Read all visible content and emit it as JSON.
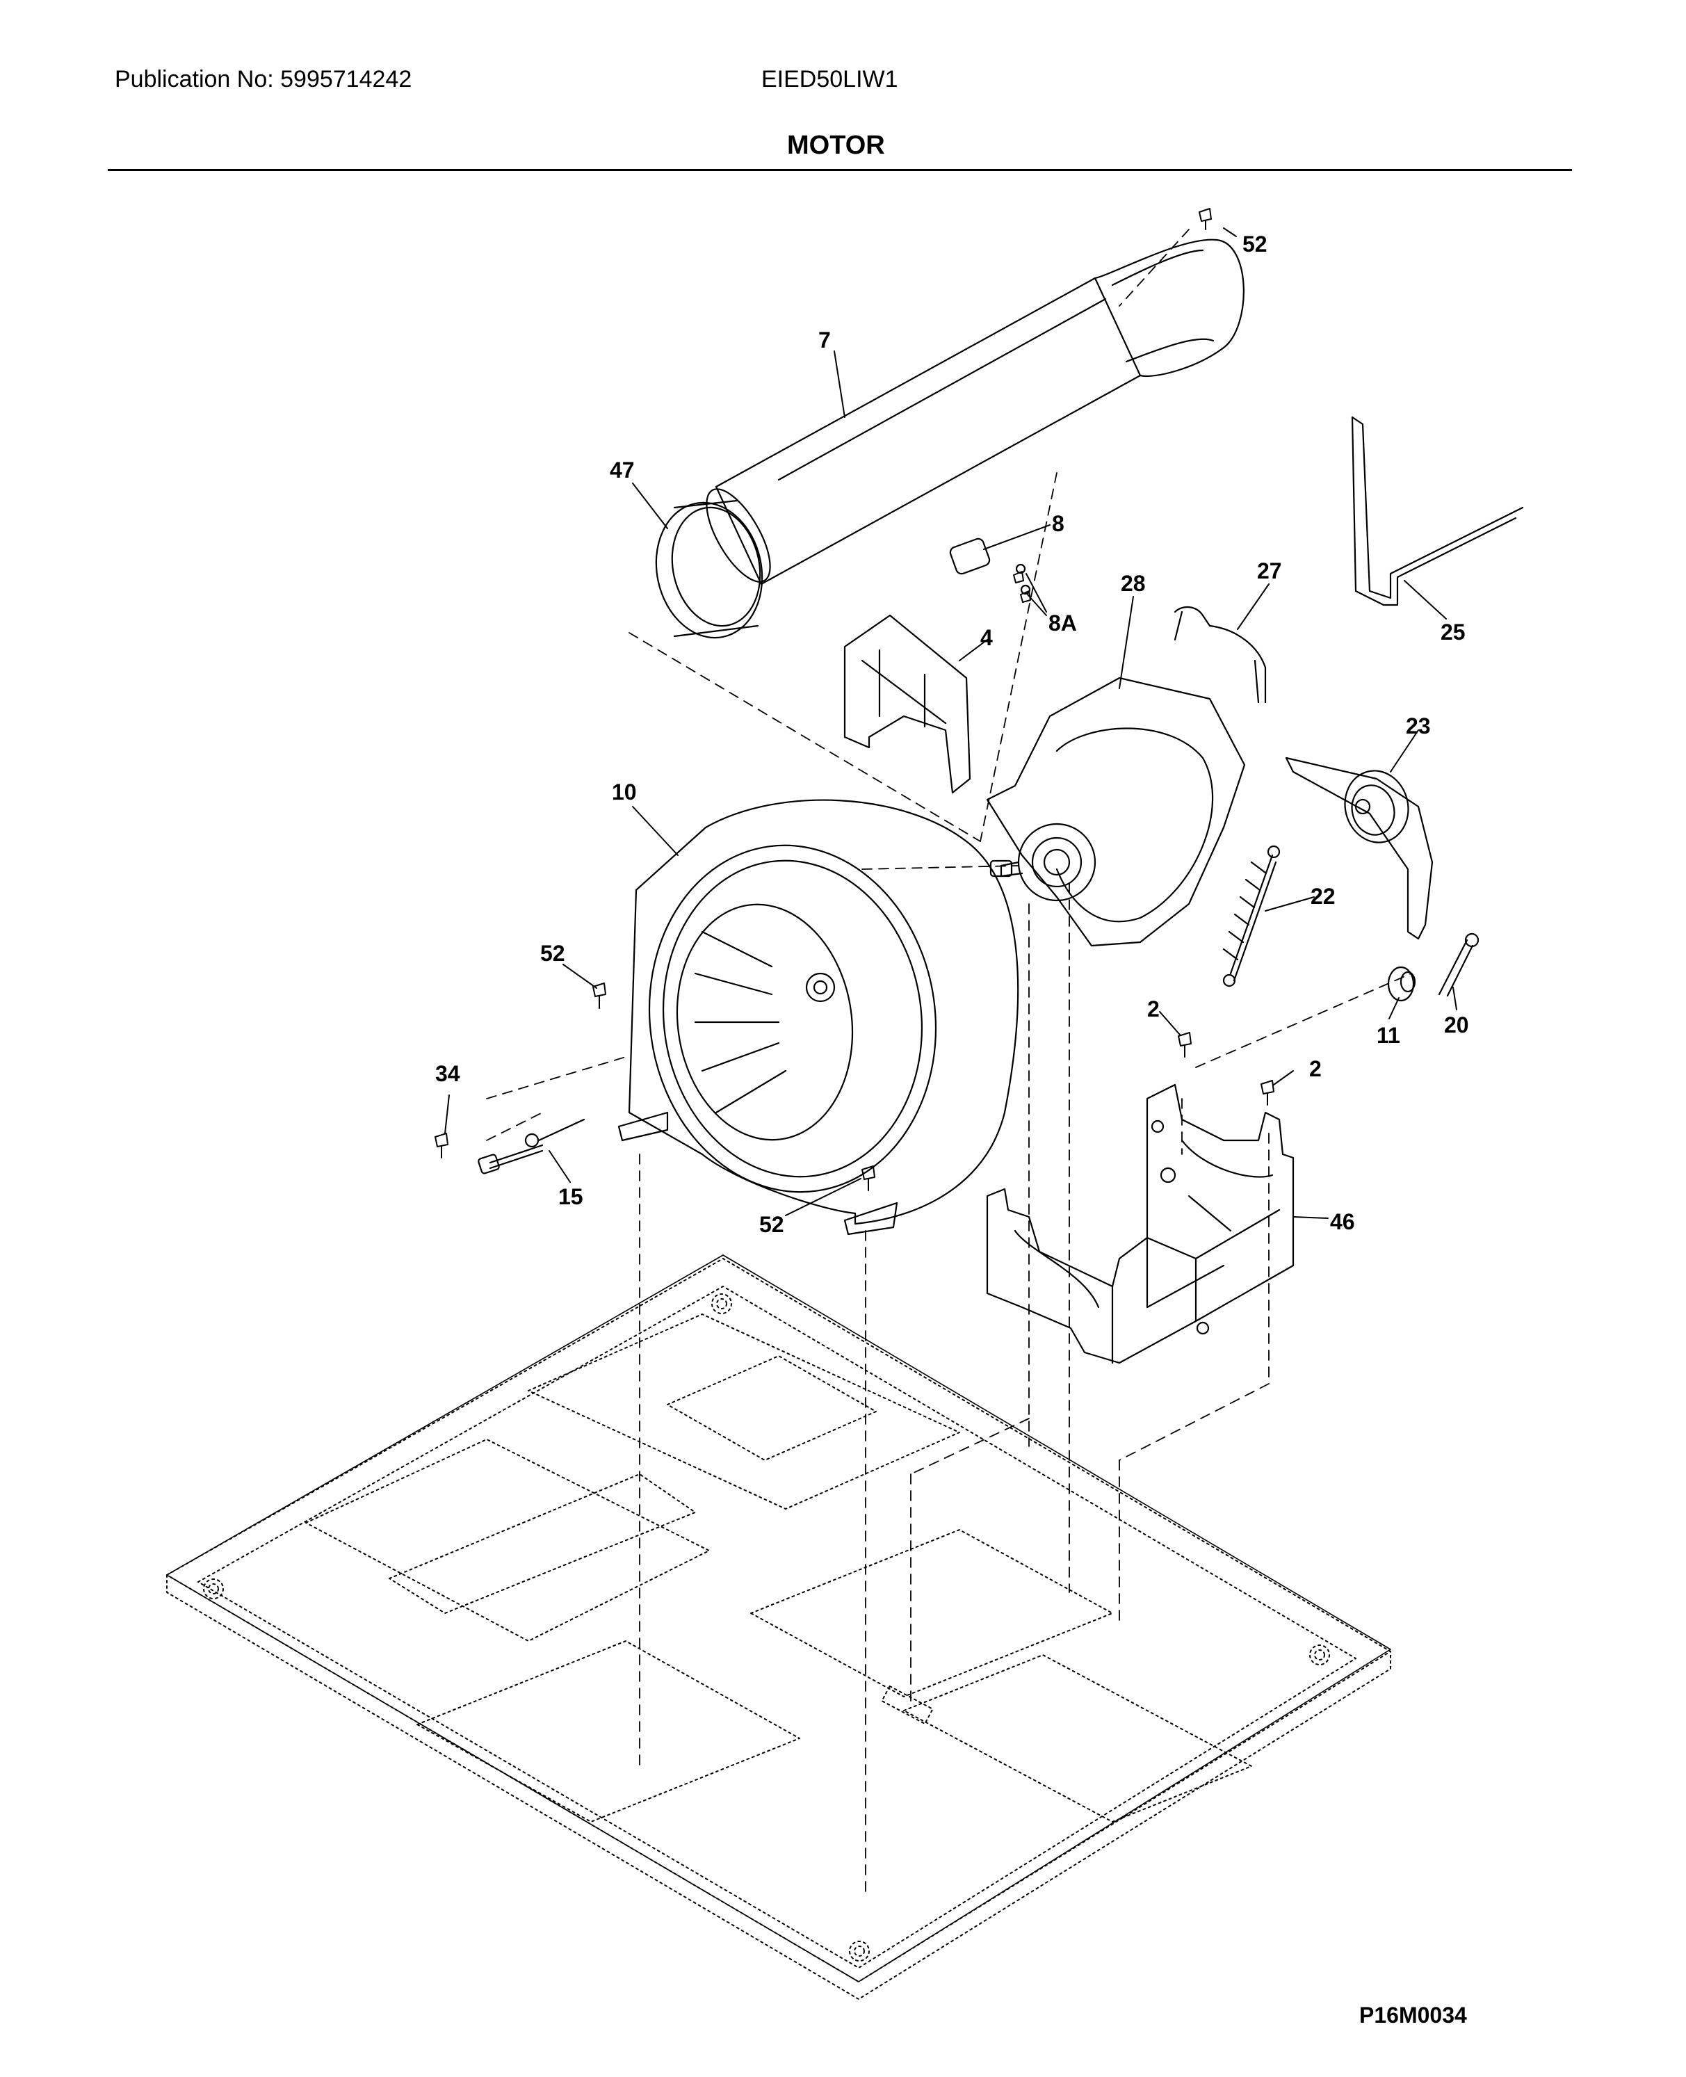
{
  "header": {
    "publication": "Publication No: 5995714242",
    "model": "EIED50LIW1",
    "title": "MOTOR"
  },
  "callouts": [
    {
      "id": "c52a",
      "label": "52"
    },
    {
      "id": "c7",
      "label": "7"
    },
    {
      "id": "c47",
      "label": "47"
    },
    {
      "id": "c8",
      "label": "8"
    },
    {
      "id": "c8A",
      "label": "8A"
    },
    {
      "id": "c4",
      "label": "4"
    },
    {
      "id": "c28",
      "label": "28"
    },
    {
      "id": "c27",
      "label": "27"
    },
    {
      "id": "c25",
      "label": "25"
    },
    {
      "id": "c23",
      "label": "23"
    },
    {
      "id": "c10",
      "label": "10"
    },
    {
      "id": "c22",
      "label": "22"
    },
    {
      "id": "c52b",
      "label": "52"
    },
    {
      "id": "c20",
      "label": "20"
    },
    {
      "id": "c11",
      "label": "11"
    },
    {
      "id": "c2a",
      "label": "2"
    },
    {
      "id": "c2b",
      "label": "2"
    },
    {
      "id": "c34",
      "label": "34"
    },
    {
      "id": "c15",
      "label": "15"
    },
    {
      "id": "c52c",
      "label": "52"
    },
    {
      "id": "c46",
      "label": "46"
    }
  ],
  "footer": {
    "code": "P16M0034"
  }
}
